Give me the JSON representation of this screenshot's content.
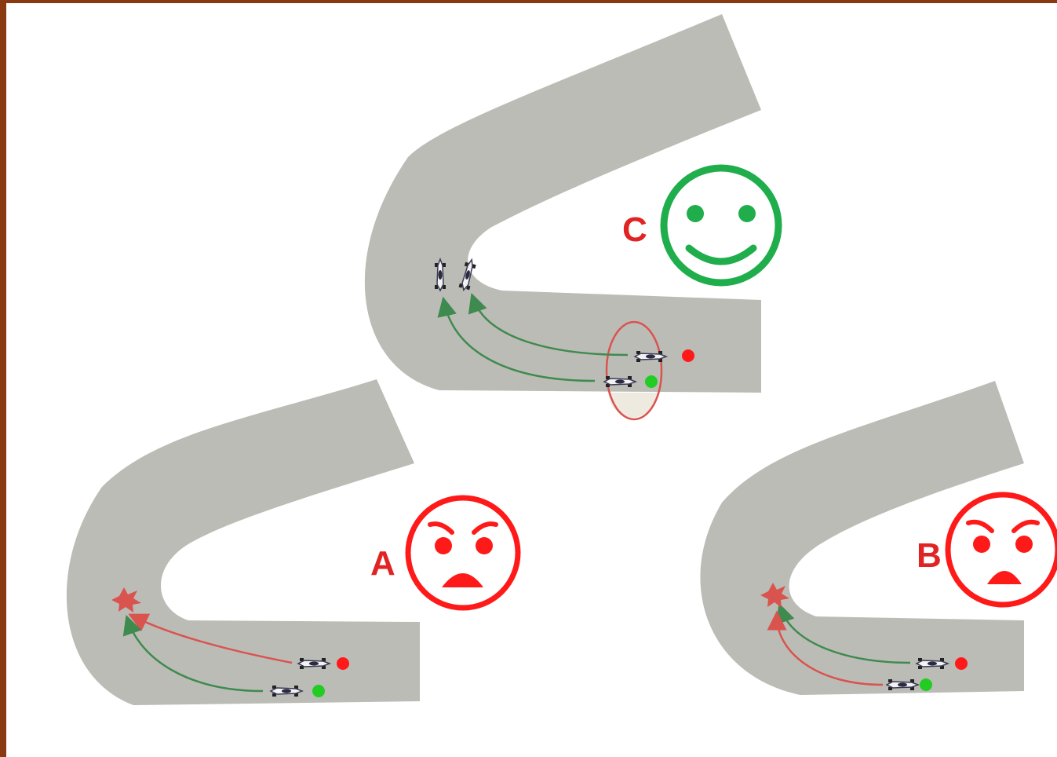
{
  "scenarios": [
    {
      "id": "c",
      "label": "C",
      "outcome": "smiley",
      "label_color": "#e02424",
      "face_color": "#1fae4b"
    },
    {
      "id": "a",
      "label": "A",
      "outcome": "angry",
      "label_color": "#e02424",
      "face_color": "#ff1a1a"
    },
    {
      "id": "b",
      "label": "B",
      "outcome": "angry",
      "label_color": "#e02424",
      "face_color": "#ff1a1a"
    }
  ],
  "colors": {
    "track": "#bcbcb6",
    "line_ok": "#3f8a4e",
    "line_bad": "#d9534f",
    "marker_red": "#ff1a1a",
    "marker_green": "#22cc22",
    "crash": "#d9534f",
    "frame": "#8a3a12"
  }
}
